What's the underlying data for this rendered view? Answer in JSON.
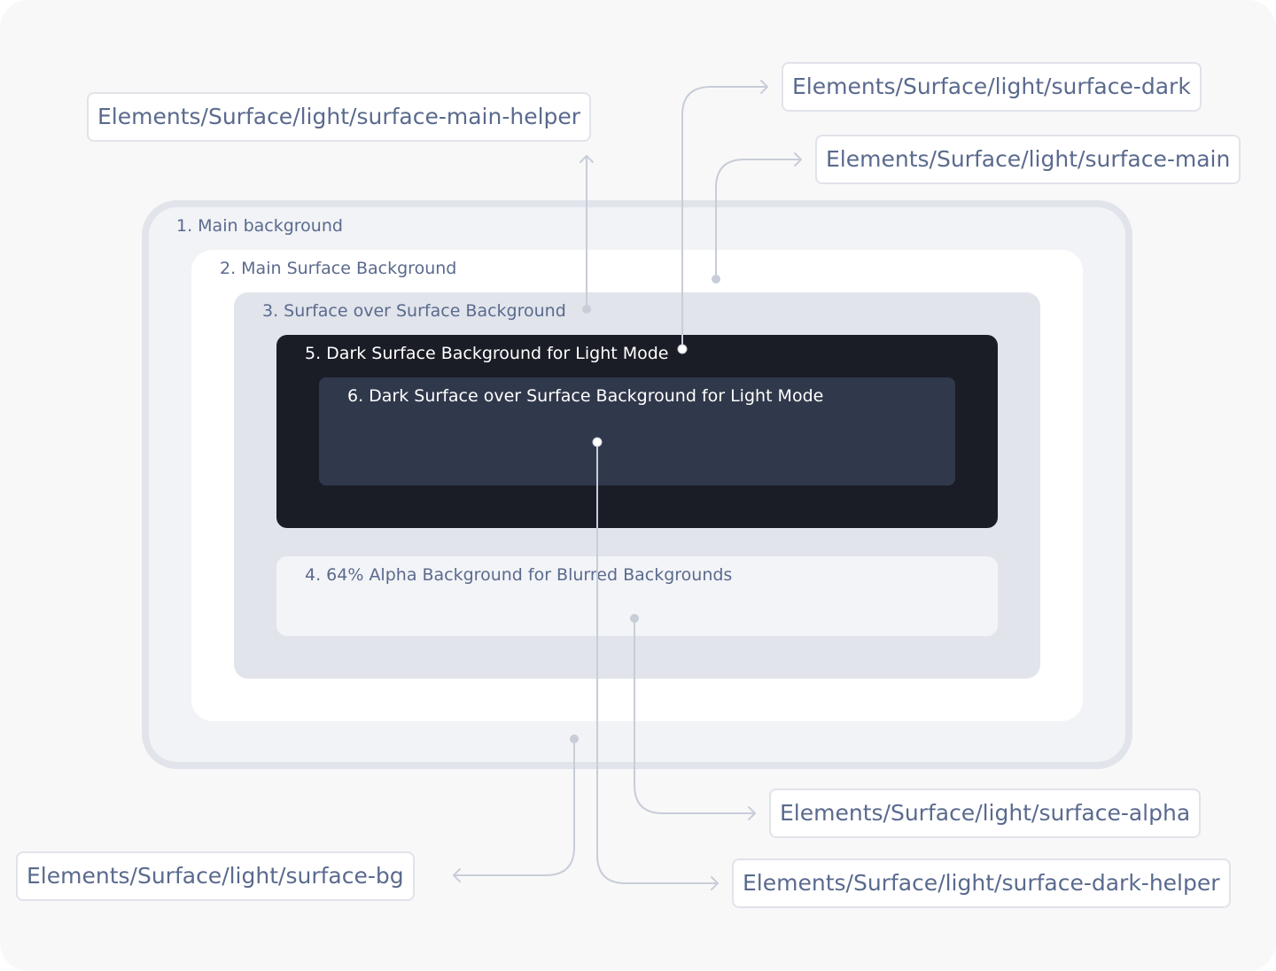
{
  "panels": {
    "main_background": "1. Main background",
    "main_surface": "2. Main Surface Background",
    "surface_over_surface": "3. Surface over Surface Background",
    "alpha_background": "4. 64% Alpha Background for Blurred Backgrounds",
    "dark_surface": "5. Dark Surface Background for Light Mode",
    "dark_surface_over_surface": "6. Dark Surface over Surface Background for Light Mode"
  },
  "tokens": {
    "surface_main_helper": "Elements/Surface/light/surface-main-helper",
    "surface_dark": "Elements/Surface/light/surface-dark",
    "surface_main": "Elements/Surface/light/surface-main",
    "surface_alpha": "Elements/Surface/light/surface-alpha",
    "surface_bg": "Elements/Surface/light/surface-bg",
    "surface_dark_helper": "Elements/Surface/light/surface-dark-helper"
  },
  "colors": {
    "surface_bg": "#f2f3f6",
    "surface_main": "#ffffff",
    "surface_main_helper": "#e1e4eb",
    "surface_alpha": "#f3f4f7",
    "surface_dark": "#1a1d26",
    "surface_dark_helper": "#30384b",
    "connector": "#c8cdd8",
    "label_text": "#5a6a8e"
  }
}
